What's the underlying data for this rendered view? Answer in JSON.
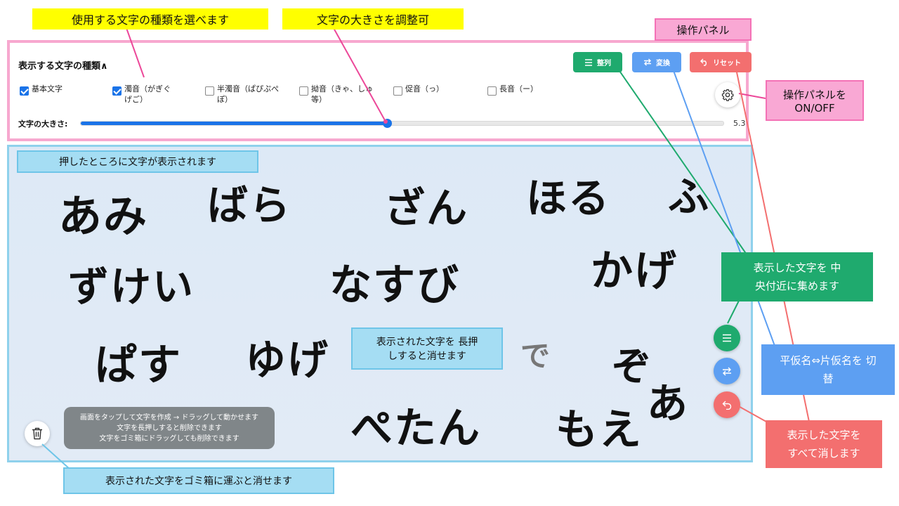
{
  "panel": {
    "title": "表示する文字の種類∧",
    "checkboxes": [
      {
        "label": "基本文字",
        "checked": true
      },
      {
        "label": "濁音（がぎぐげご）",
        "checked": true
      },
      {
        "label": "半濁音（ぱぴぷぺぽ）",
        "checked": false
      },
      {
        "label": "拗音（きゃ、しゅ等）",
        "checked": false
      },
      {
        "label": "促音（っ）",
        "checked": false
      },
      {
        "label": "長音（ー）",
        "checked": false
      }
    ],
    "size_label": "文字の大きさ:",
    "size_value": "5.3",
    "size_fraction": 0.476,
    "buttons": {
      "align": "整列",
      "convert": "変換",
      "reset": "リセット"
    },
    "colors": {
      "align": "#1faa6e",
      "convert": "#5d9ff2",
      "reset": "#f36f6f",
      "accent": "#1a73e8"
    }
  },
  "canvas": {
    "words": [
      {
        "text": "あみ"
      },
      {
        "text": "ばら"
      },
      {
        "text": "ざん"
      },
      {
        "text": "ほる"
      },
      {
        "text": "ふ"
      },
      {
        "text": "ずけい"
      },
      {
        "text": "なすび"
      },
      {
        "text": "かげ"
      },
      {
        "text": "ぱす"
      },
      {
        "text": "ゆげ"
      },
      {
        "text": "で"
      },
      {
        "text": "ぞ"
      },
      {
        "text": "あ"
      },
      {
        "text": "ぺたん"
      },
      {
        "text": "もえ"
      }
    ],
    "hint_lines": [
      "画面をタップして文字を作成 → ドラッグして動かせます",
      "文字を長押しすると削除できます",
      "文字をゴミ箱にドラッグしても削除できます"
    ]
  },
  "callouts": {
    "char_types": "使用する文字の種類を選べます",
    "size_adjust": "文字の大きさを調整可",
    "panel_label": "操作パネル",
    "panel_toggle": "操作パネルを ON/OFF",
    "tap_display": "押したところに文字が表示されます",
    "long_press": "表示された文字を 長押しすると消せます",
    "trash": "表示された文字をゴミ箱に運ぶと消せます",
    "align_desc": "表示した文字を 中央付近に集めます",
    "convert_desc": "平仮名⇔片仮名を 切替",
    "reset_desc": "表示した文字を すべて消します"
  }
}
